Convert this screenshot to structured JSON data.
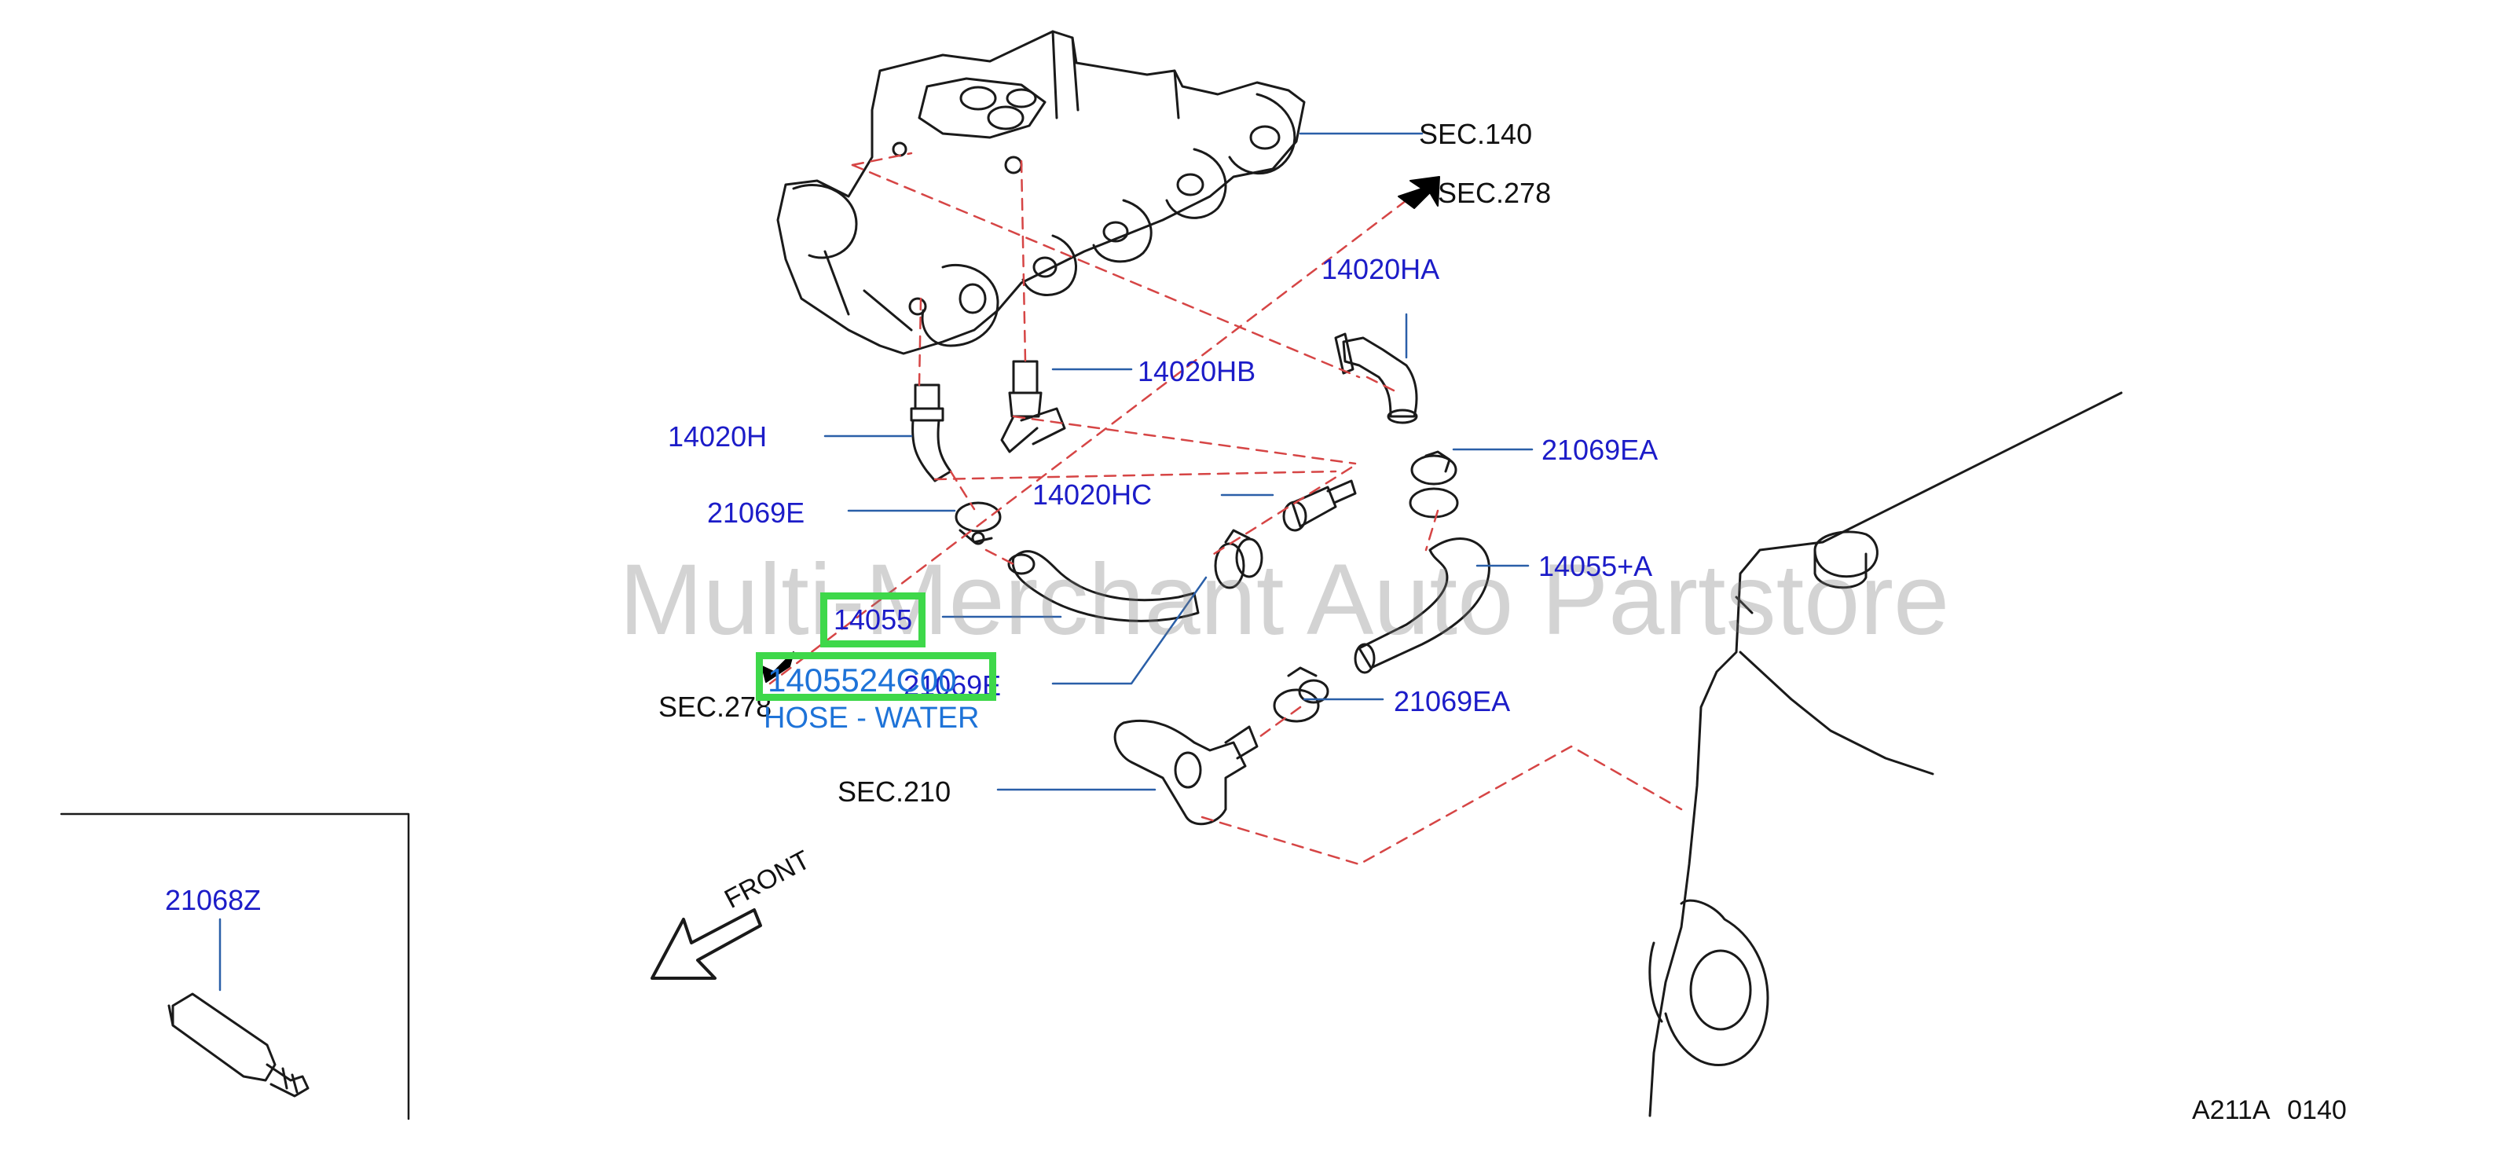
{
  "diagram": {
    "watermark": "Multi-Merchant Auto Partstore",
    "diagram_code": "A211A 0140",
    "direction_label": "FRONT",
    "references": {
      "sec140": "SEC.140",
      "sec278_top": "SEC.278",
      "sec278_left": "SEC.278",
      "sec210": "SEC.210"
    },
    "parts": {
      "p14020HA": "14020HA",
      "p14020HB": "14020HB",
      "p14020H": "14020H",
      "p21069EA_top": "21069EA",
      "p21069E_left": "21069E",
      "p14020HC": "14020HC",
      "p14055A": "14055+A",
      "p14055": "14055",
      "p21069E_mid": "21069E",
      "p21069EA_bottom": "21069EA",
      "p21068Z": "21068Z"
    },
    "highlight": {
      "part_number": "1405524C00",
      "description": "HOSE - WATER"
    }
  }
}
